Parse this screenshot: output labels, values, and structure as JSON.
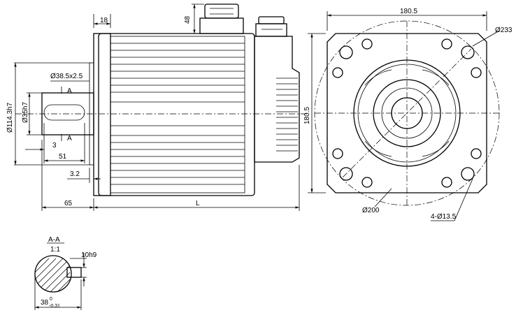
{
  "drawing": {
    "side_view": {
      "dim_flange_thickness": "18",
      "dim_connector_height": "48",
      "dim_pilot_diameter": "Ø114.3h7",
      "dim_shaft_diameter": "Ø35h7",
      "dim_shaft_shoulder": "Ø38.5x2.5",
      "dim_key_offset": "3",
      "dim_key_length": "51",
      "dim_spigot": "3.2",
      "dim_shaft_length": "65",
      "dim_body_length": "L",
      "section_mark_top": "A",
      "section_mark_bottom": "A"
    },
    "front_view": {
      "dim_width": "180.5",
      "dim_height": "180.5",
      "dim_outer_circle": "Ø233",
      "dim_bolt_circle": "Ø200",
      "dim_holes": "4-Ø13.5"
    },
    "section_view": {
      "title": "A-A",
      "scale": "1:1",
      "dim_key_width": "10h9",
      "dim_key_depth": "38",
      "dim_key_tol_upper": "0",
      "dim_key_tol_lower": "-0.31"
    }
  }
}
